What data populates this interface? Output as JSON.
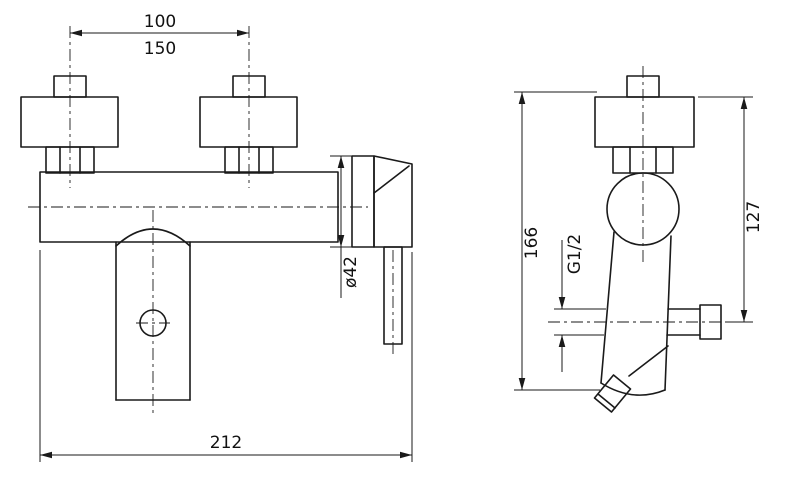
{
  "drawing": {
    "type": "technical-drawing",
    "subject": "Wall-mounted single-lever shower mixer, dimensional drawing, two views",
    "views": {
      "front": {
        "name": "front-view",
        "dimensions": {
          "mount_spacing_min": "100",
          "mount_spacing_max": "150",
          "body_diameter": "ø42",
          "overall_width": "212"
        }
      },
      "side": {
        "name": "side-view",
        "dimensions": {
          "overall_height": "166",
          "outlet_thread": "G1/2",
          "mount_to_outlet": "127"
        }
      }
    },
    "colors": {
      "line": "#1a1a1a",
      "background": "#ffffff"
    }
  }
}
